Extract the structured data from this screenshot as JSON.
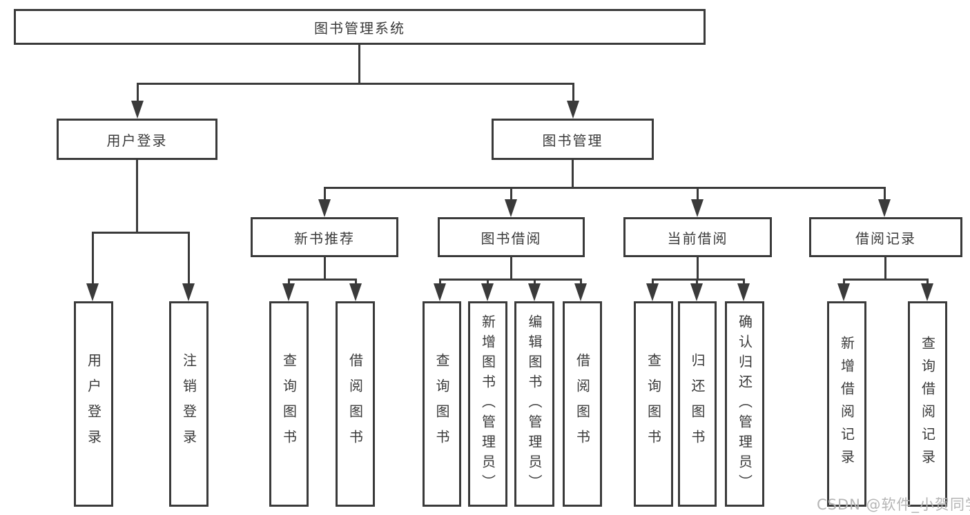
{
  "diagram": {
    "title": "图书管理系统",
    "root": "图书管理系统",
    "level1": [
      "用户登录",
      "图书管理"
    ],
    "level2": [
      "新书推荐",
      "图书借阅",
      "当前借阅",
      "借阅记录"
    ],
    "leaves": [
      "用户登录",
      "注销登录",
      "查询图书",
      "借阅图书",
      "查询图书",
      "新增图书（管理员）",
      "编辑图书（管理员）",
      "借阅图书",
      "查询图书",
      "归还图书",
      "确认归还（管理员）",
      "新增借阅记录",
      "查询借阅记录"
    ]
  },
  "watermark": "CSDN @软件_小贺同学",
  "colors": {
    "line": "#3a3a3a",
    "text": "#3a3a3a",
    "box_background": "#ffffff",
    "watermark": "#b5b5b5"
  }
}
